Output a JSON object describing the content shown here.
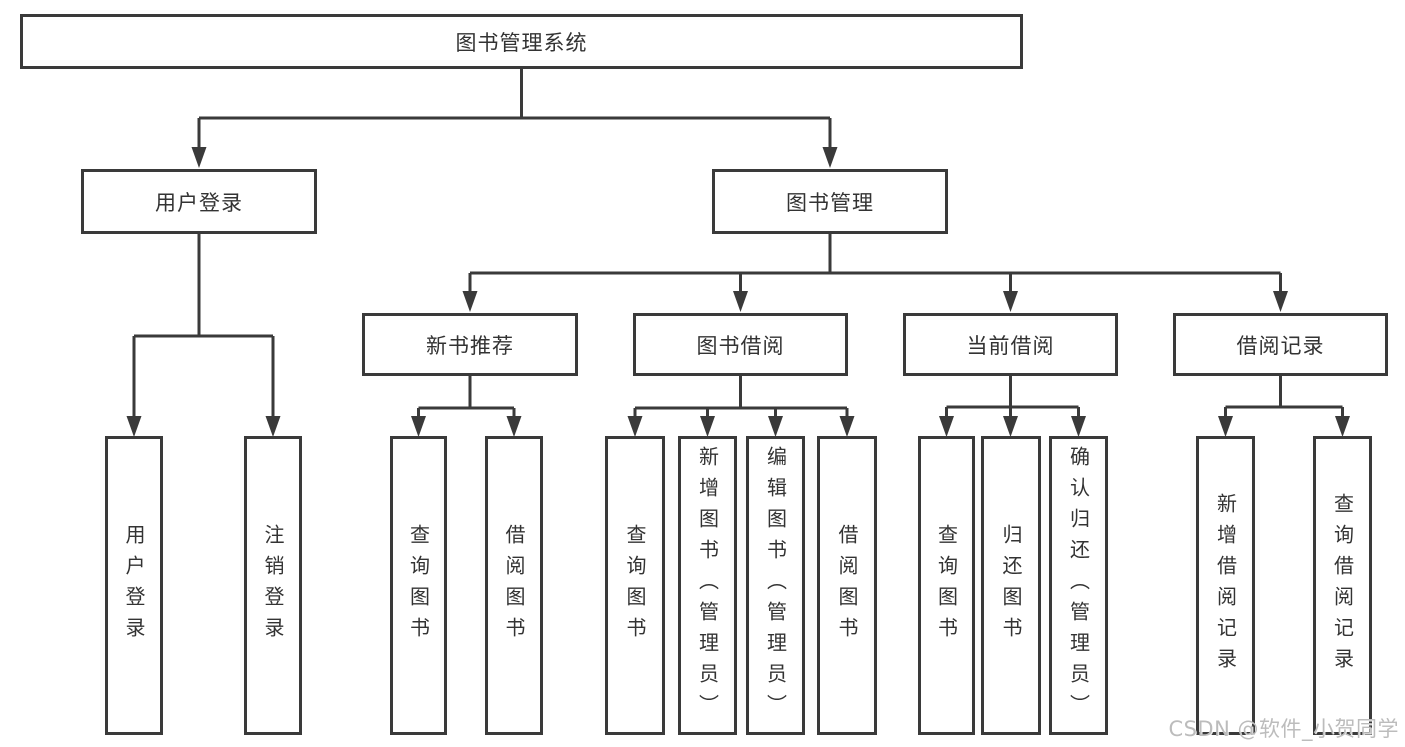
{
  "tree": {
    "label": "图书管理系统",
    "children": [
      {
        "label": "用户登录",
        "children": [
          {
            "label": "用户登录"
          },
          {
            "label": "注销登录"
          }
        ]
      },
      {
        "label": "图书管理",
        "children": [
          {
            "label": "新书推荐",
            "children": [
              {
                "label": "查询图书"
              },
              {
                "label": "借阅图书"
              }
            ]
          },
          {
            "label": "图书借阅",
            "children": [
              {
                "label": "查询图书"
              },
              {
                "label": "新增图书（管理员）"
              },
              {
                "label": "编辑图书（管理员）"
              },
              {
                "label": "借阅图书"
              }
            ]
          },
          {
            "label": "当前借阅",
            "children": [
              {
                "label": "查询图书"
              },
              {
                "label": "归还图书"
              },
              {
                "label": "确认归还（管理员）"
              }
            ]
          },
          {
            "label": "借阅记录",
            "children": [
              {
                "label": "新增借阅记录"
              },
              {
                "label": "查询借阅记录"
              }
            ]
          }
        ]
      }
    ]
  },
  "watermark": {
    "text": "CSDN @软件_小贺同学"
  },
  "colors": {
    "line": "#3a3a3a",
    "text": "#333333",
    "watermark": "#bcbcbc",
    "background": "#ffffff"
  }
}
